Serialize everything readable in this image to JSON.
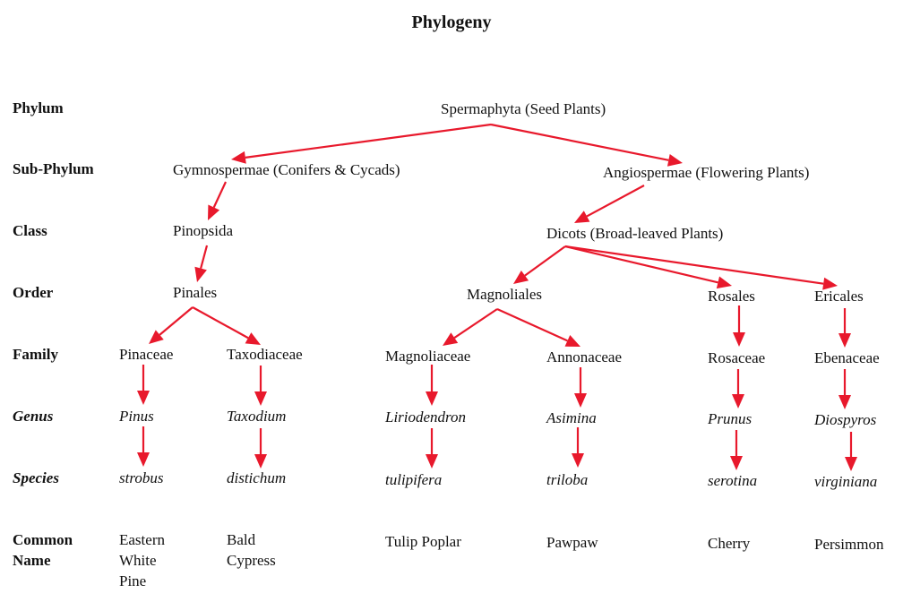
{
  "title": "Phylogeny",
  "arrow_color": "#e8192c",
  "ranks": [
    {
      "id": "phylum",
      "label": "Phylum",
      "italic": false
    },
    {
      "id": "subphylum",
      "label": "Sub-Phylum",
      "italic": false
    },
    {
      "id": "class",
      "label": "Class",
      "italic": false
    },
    {
      "id": "order",
      "label": "Order",
      "italic": false
    },
    {
      "id": "family",
      "label": "Family",
      "italic": false
    },
    {
      "id": "genus",
      "label": "Genus",
      "italic": true
    },
    {
      "id": "species",
      "label": "Species",
      "italic": true
    },
    {
      "id": "common",
      "label": "Common\nName",
      "italic": false
    }
  ],
  "nodes": {
    "spermaphyta": "Spermaphyta (Seed Plants)",
    "gymnospermae": "Gymnospermae (Conifers & Cycads)",
    "angiospermae": "Angiospermae (Flowering Plants)",
    "pinopsida": "Pinopsida",
    "dicots": "Dicots (Broad-leaved Plants)",
    "pinales": "Pinales",
    "magnoliales": "Magnoliales",
    "rosales": "Rosales",
    "ericales": "Ericales",
    "pinaceae": "Pinaceae",
    "taxodiaceae": "Taxodiaceae",
    "magnoliaceae": "Magnoliaceae",
    "annonaceae": "Annonaceae",
    "rosaceae": "Rosaceae",
    "ebenaceae": "Ebenaceae",
    "pinus": "Pinus",
    "taxodium": "Taxodium",
    "liriodendron": "Liriodendron",
    "asimina": "Asimina",
    "prunus": "Prunus",
    "diospyros": "Diospyros",
    "strobus": "strobus",
    "distichum": "distichum",
    "tulipifera": "tulipifera",
    "triloba": "triloba",
    "serotina": "serotina",
    "virginiana": "virginiana"
  },
  "common_names": {
    "pine": "Eastern\nWhite\nPine",
    "cypress": "Bald\nCypress",
    "tulip": "Tulip Poplar",
    "pawpaw": "Pawpaw",
    "cherry": "Cherry",
    "persimmon": "Persimmon"
  },
  "edges": [
    [
      "spermaphyta",
      "gymnospermae"
    ],
    [
      "spermaphyta",
      "angiospermae"
    ],
    [
      "gymnospermae",
      "pinopsida"
    ],
    [
      "pinopsida",
      "pinales"
    ],
    [
      "pinales",
      "pinaceae"
    ],
    [
      "pinales",
      "taxodiaceae"
    ],
    [
      "angiospermae",
      "dicots"
    ],
    [
      "dicots",
      "magnoliales"
    ],
    [
      "dicots",
      "rosales"
    ],
    [
      "dicots",
      "ericales"
    ],
    [
      "magnoliales",
      "magnoliaceae"
    ],
    [
      "magnoliales",
      "annonaceae"
    ],
    [
      "rosales",
      "rosaceae"
    ],
    [
      "ericales",
      "ebenaceae"
    ],
    [
      "pinaceae",
      "pinus"
    ],
    [
      "taxodiaceae",
      "taxodium"
    ],
    [
      "magnoliaceae",
      "liriodendron"
    ],
    [
      "annonaceae",
      "asimina"
    ],
    [
      "rosaceae",
      "prunus"
    ],
    [
      "ebenaceae",
      "diospyros"
    ],
    [
      "pinus",
      "strobus"
    ],
    [
      "taxodium",
      "distichum"
    ],
    [
      "liriodendron",
      "tulipifera"
    ],
    [
      "asimina",
      "triloba"
    ],
    [
      "prunus",
      "serotina"
    ],
    [
      "diospyros",
      "virginiana"
    ]
  ]
}
